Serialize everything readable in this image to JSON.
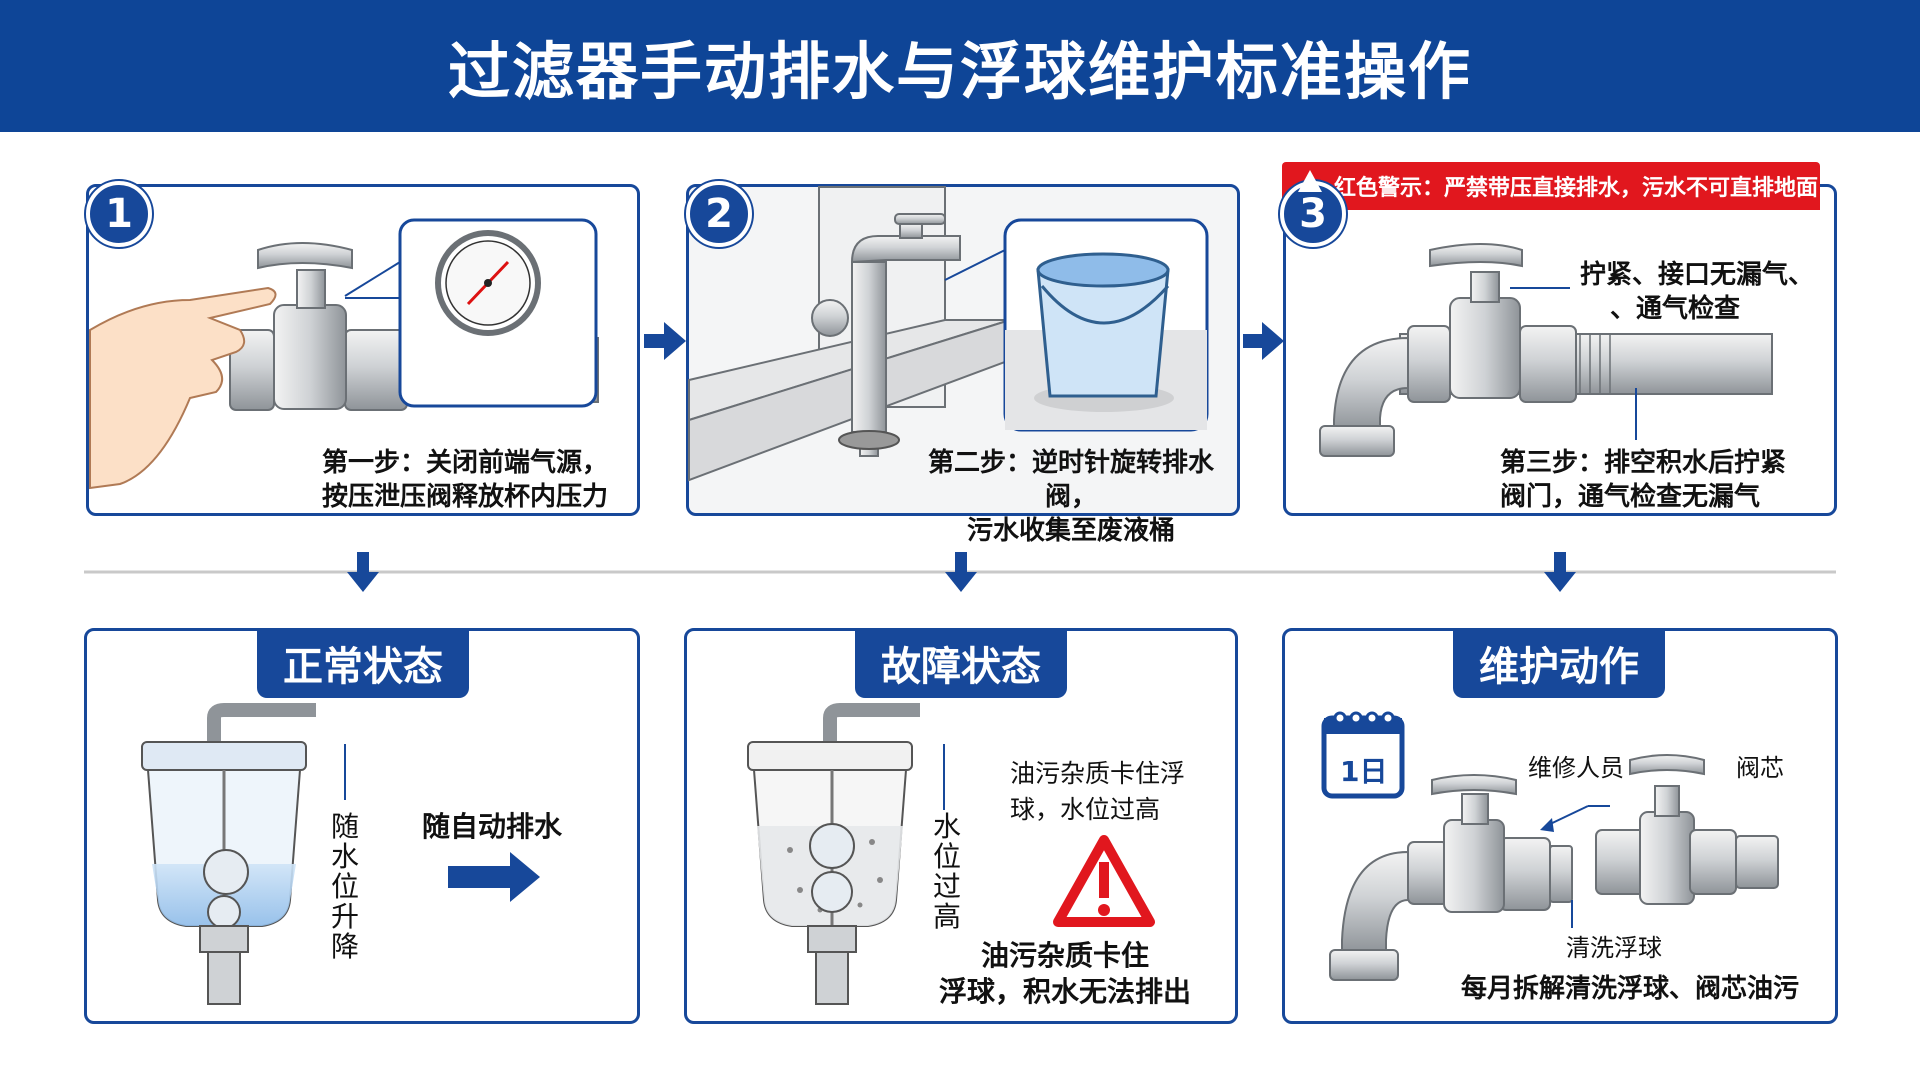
{
  "title": "过滤器手动排水与浮球维护标准操作",
  "warning": "红色警示：严禁带压直接排水，污水不可直排地面",
  "steps": [
    {
      "number": "1",
      "caption_lines": [
        "第一步：关闭前端气源，",
        "按压泄压阀释放杯内压力"
      ]
    },
    {
      "number": "2",
      "caption_lines": [
        "第二步：逆时针旋转排水阀，",
        "污水收集至废液桶"
      ]
    },
    {
      "number": "3",
      "caption_lines": [
        "第三步：排空积水后拧紧",
        "阀门，通气检查无漏气"
      ],
      "callout_lines": [
        "拧紧、接口无漏气、",
        "、通气检查"
      ]
    }
  ],
  "states": {
    "normal": {
      "header": "正常状态",
      "vertical_label": "随水位升降",
      "side_label": "随自动排水"
    },
    "fault": {
      "header": "故障状态",
      "vertical_label": "水位过高",
      "note_lines": [
        "油污杂质卡住浮",
        "球，水位过高"
      ],
      "bottom_lines": [
        "油污杂质卡住",
        "浮球，积水无法排出"
      ]
    },
    "maintenance": {
      "header": "维护动作",
      "calendar_text": "1日",
      "staff_label": "维修人员",
      "valve_label": "阀芯",
      "clean_label": "清洗浮球",
      "bottom_text": "每月拆解清洗浮球、阀芯油污"
    }
  },
  "colors": {
    "brand_blue": "#0e4597",
    "frame_blue": "#17489a",
    "warning_red": "#e1171e",
    "water_blue": "#a9cdef"
  },
  "icons": [
    "hand-icon",
    "pressure-gauge-icon",
    "valve-icon",
    "bucket-icon",
    "warning-triangle-icon",
    "calendar-icon",
    "arrow-right-icon",
    "arrow-down-icon"
  ]
}
